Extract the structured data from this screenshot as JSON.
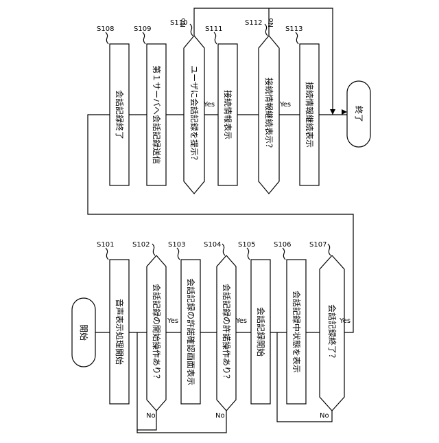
{
  "flowchart": {
    "start": "開始",
    "end": "終了",
    "steps": {
      "s101": {
        "id": "S101",
        "text": "音声表示処理開始"
      },
      "s102": {
        "id": "S102",
        "text": "会話記録の開始操作あり？"
      },
      "s103": {
        "id": "S103",
        "text": "会話記録の許諾確認画面表示"
      },
      "s104": {
        "id": "S104",
        "text": "会話記録の許諾操作あり？"
      },
      "s105": {
        "id": "S105",
        "text": "会話記録開始"
      },
      "s106": {
        "id": "S106",
        "text": "会話記録中状態を表示"
      },
      "s107": {
        "id": "S107",
        "text": "会話記録終了？"
      },
      "s108": {
        "id": "S108",
        "text": "会話記録終了"
      },
      "s109": {
        "id": "S109",
        "text": "第１サーバへ会話記録送信"
      },
      "s110": {
        "id": "S110",
        "text": "ユーザに会話記録を提示？"
      },
      "s111": {
        "id": "S111",
        "text": "接続情報表示"
      },
      "s112": {
        "id": "S112",
        "text": "接続情報継続表示？"
      },
      "s113": {
        "id": "S113",
        "text": "接続情報継続表示"
      }
    },
    "labels": {
      "yes": "Yes",
      "no": "No"
    }
  }
}
